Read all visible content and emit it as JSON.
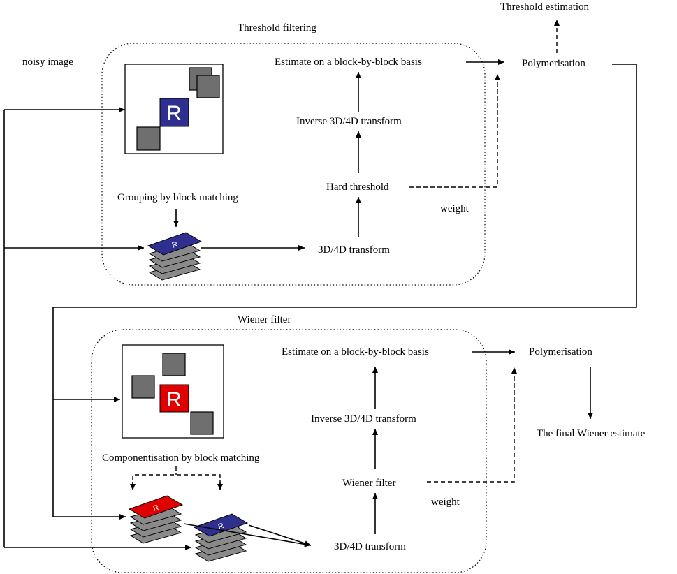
{
  "colors": {
    "blue_block": "#2f2f8f",
    "red_block": "#e00000",
    "grey_block": "#6f6f6f",
    "layer_grey": "#8a8a8a"
  },
  "top": {
    "noisy_label": "noisy image",
    "section_label": "Threshold filtering",
    "grouping_label": "Grouping by block matching",
    "transform_label": "3D/4D transform",
    "threshold_label": "Hard threshold",
    "inverse_label": "Inverse 3D/4D transform",
    "estimate_label": "Estimate on a block-by-block basis",
    "polymer_label": "Polymerisation",
    "weight_label": "weight",
    "output_label": "Threshold estimation",
    "ref_letter": "R"
  },
  "bottom": {
    "section_label": "Wiener filter",
    "grouping_label": "Componentisation by block matching",
    "transform_label": "3D/4D transform",
    "filter_label": "Wiener filter",
    "inverse_label": "Inverse 3D/4D transform",
    "estimate_label": "Estimate on a block-by-block basis",
    "polymer_label": "Polymerisation",
    "weight_label": "weight",
    "output_label": "The final Wiener estimate",
    "ref_letter": "R"
  }
}
